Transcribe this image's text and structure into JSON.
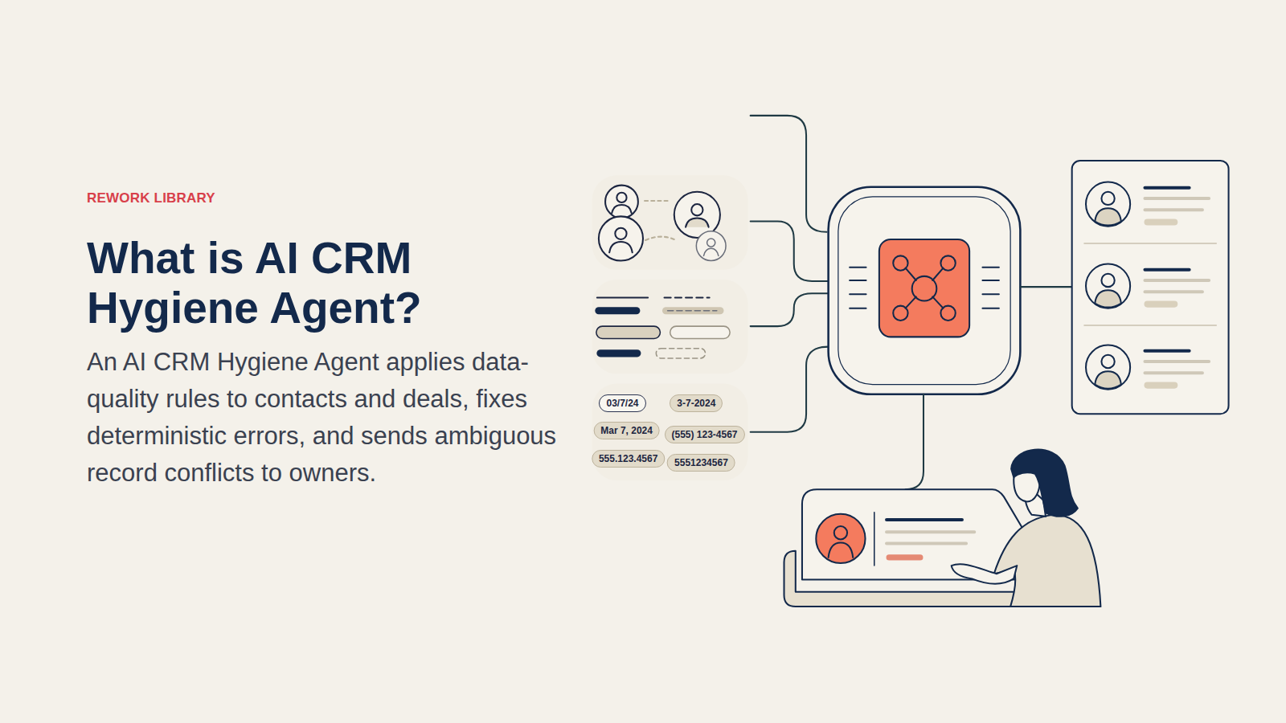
{
  "diagram": {
    "title": "What is AI CRM Hygiene Agent?",
    "caption": "An AI CRM Hygiene Agent applies data-quality rules to contacts and deals, fixes deterministic errors, and sends ambiguous record conflicts to owners.",
    "nodes": [
      {
        "text": [
          "03/7/24"
        ]
      },
      {
        "text": [
          "3-7-2024"
        ]
      },
      {
        "text": [
          "Mar 7, 2024"
        ]
      },
      {
        "text": [
          "(555) 123-4567"
        ]
      },
      {
        "text": [
          "555.123.4567"
        ]
      },
      {
        "text": [
          "5551234567"
        ]
      }
    ],
    "labels": [
      "REWORK LIBRARY"
    ]
  }
}
